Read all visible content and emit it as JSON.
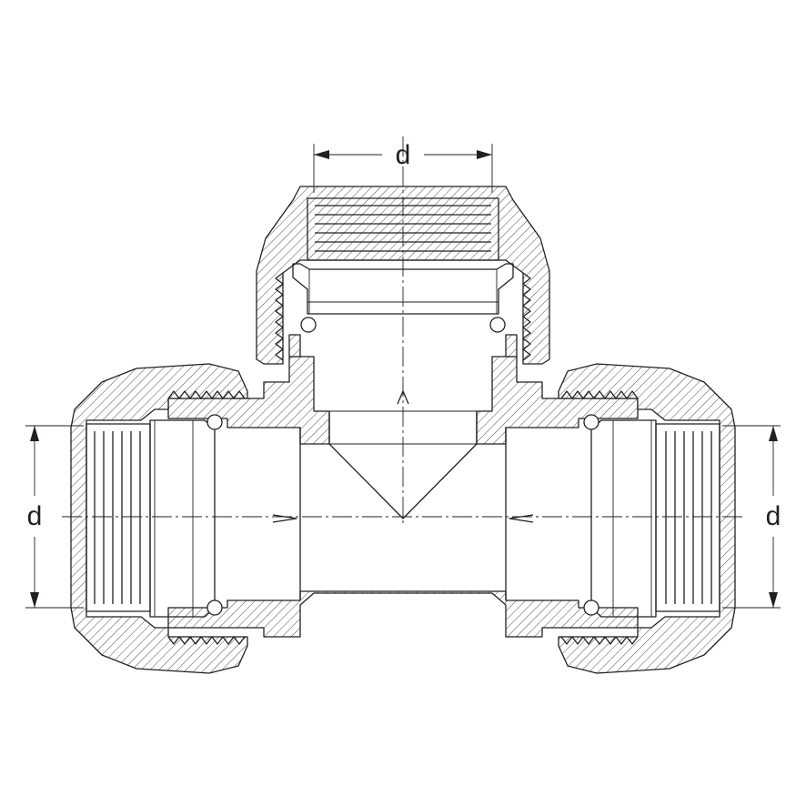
{
  "dimensions": {
    "top_label": "d",
    "left_label": "d",
    "right_label": "d"
  }
}
